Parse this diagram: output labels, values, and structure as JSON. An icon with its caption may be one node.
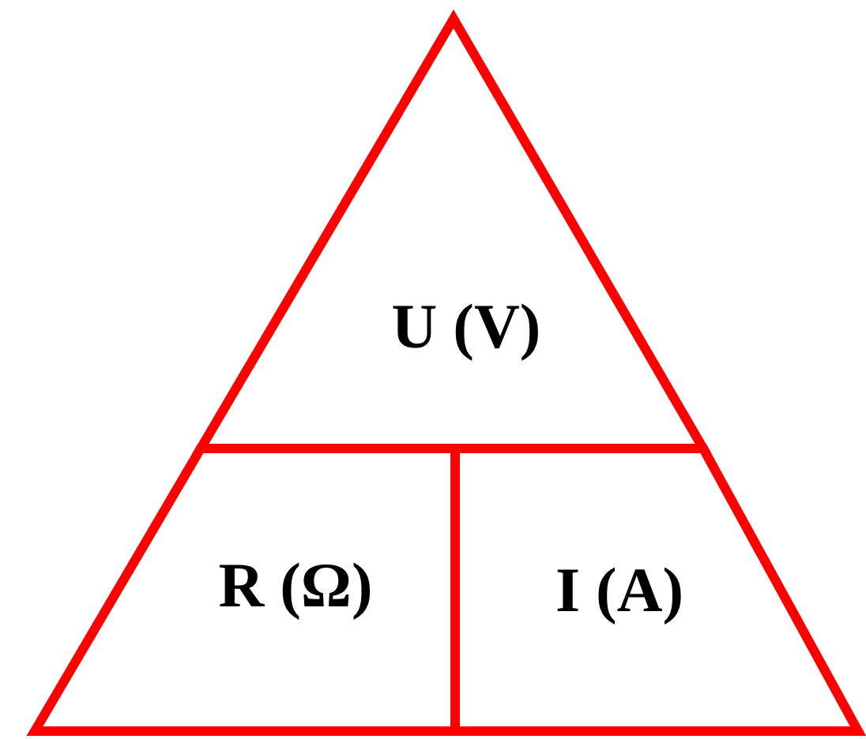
{
  "diagram": {
    "nodes": [
      {
        "text": [
          "U (V)"
        ]
      },
      {
        "text": [
          "R (Ω)"
        ]
      },
      {
        "text": [
          "I (A)"
        ]
      }
    ]
  }
}
